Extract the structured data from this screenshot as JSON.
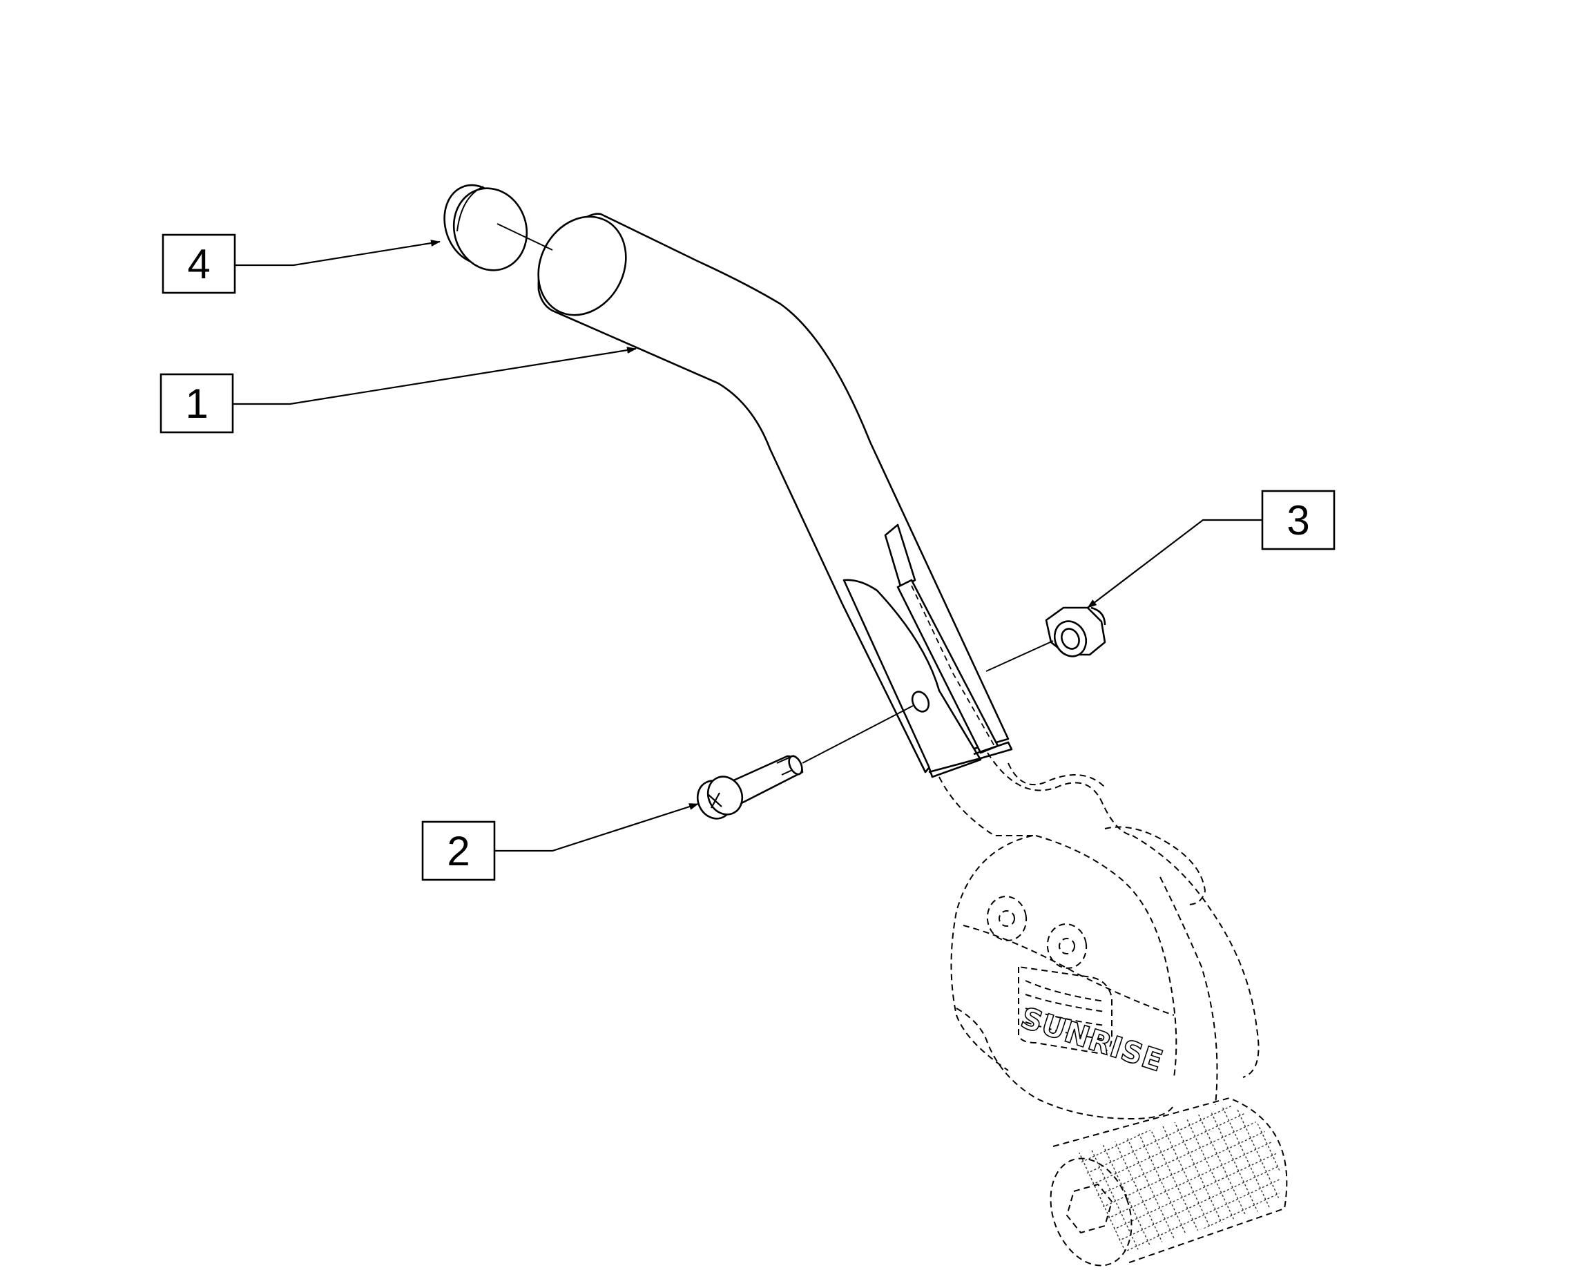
{
  "diagram": {
    "callouts": [
      {
        "id": "1",
        "label": "1"
      },
      {
        "id": "2",
        "label": "2"
      },
      {
        "id": "3",
        "label": "3"
      },
      {
        "id": "4",
        "label": "4"
      }
    ],
    "logo_text": "SUNRISE",
    "line_color": "#000000",
    "background": "#ffffff"
  }
}
